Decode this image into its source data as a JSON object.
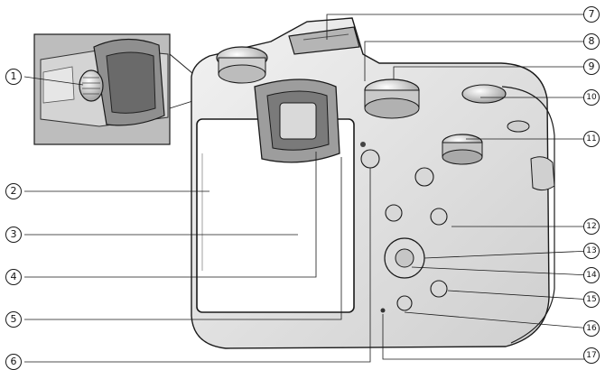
{
  "diagram": {
    "callouts": [
      {
        "id": "c1",
        "label": "1"
      },
      {
        "id": "c2",
        "label": "2"
      },
      {
        "id": "c3",
        "label": "3"
      },
      {
        "id": "c4",
        "label": "4"
      },
      {
        "id": "c5",
        "label": "5"
      },
      {
        "id": "c6",
        "label": "6"
      },
      {
        "id": "c7",
        "label": "7"
      },
      {
        "id": "c8",
        "label": "8"
      },
      {
        "id": "c9",
        "label": "9"
      },
      {
        "id": "c10",
        "label": "10"
      },
      {
        "id": "c11",
        "label": "11"
      },
      {
        "id": "c12",
        "label": "12"
      },
      {
        "id": "c13",
        "label": "13"
      },
      {
        "id": "c14",
        "label": "14"
      },
      {
        "id": "c15",
        "label": "15"
      },
      {
        "id": "c16",
        "label": "16"
      },
      {
        "id": "c17",
        "label": "17"
      }
    ],
    "colors": {
      "body_fill": "#ffffff",
      "body_shade": "#d9d9d9",
      "stroke": "#1a1a1a",
      "inset_bg": "#bfbfbf",
      "screen_fill": "#ffffff",
      "eyecup_fill": "#a6a6a6"
    }
  }
}
